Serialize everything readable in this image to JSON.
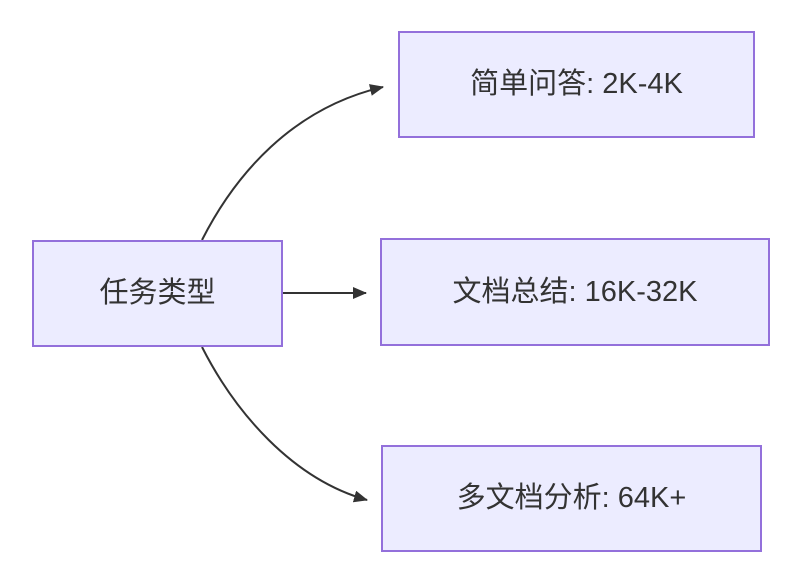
{
  "diagram": {
    "type": "flowchart-left-to-right",
    "root": {
      "id": "task-type",
      "label": "任务类型"
    },
    "children": [
      {
        "id": "simple-qa",
        "label": "简单问答: 2K-4K"
      },
      {
        "id": "doc-summary",
        "label": "文档总结: 16K-32K"
      },
      {
        "id": "multi-doc",
        "label": "多文档分析: 64K+"
      }
    ],
    "edges": [
      {
        "from": "task-type",
        "to": "simple-qa"
      },
      {
        "from": "task-type",
        "to": "doc-summary"
      },
      {
        "from": "task-type",
        "to": "multi-doc"
      }
    ],
    "colors": {
      "node_fill": "#ECECFF",
      "node_border": "#9370DB",
      "edge_stroke": "#333333",
      "text": "#333333",
      "background": "#FFFFFF"
    }
  }
}
